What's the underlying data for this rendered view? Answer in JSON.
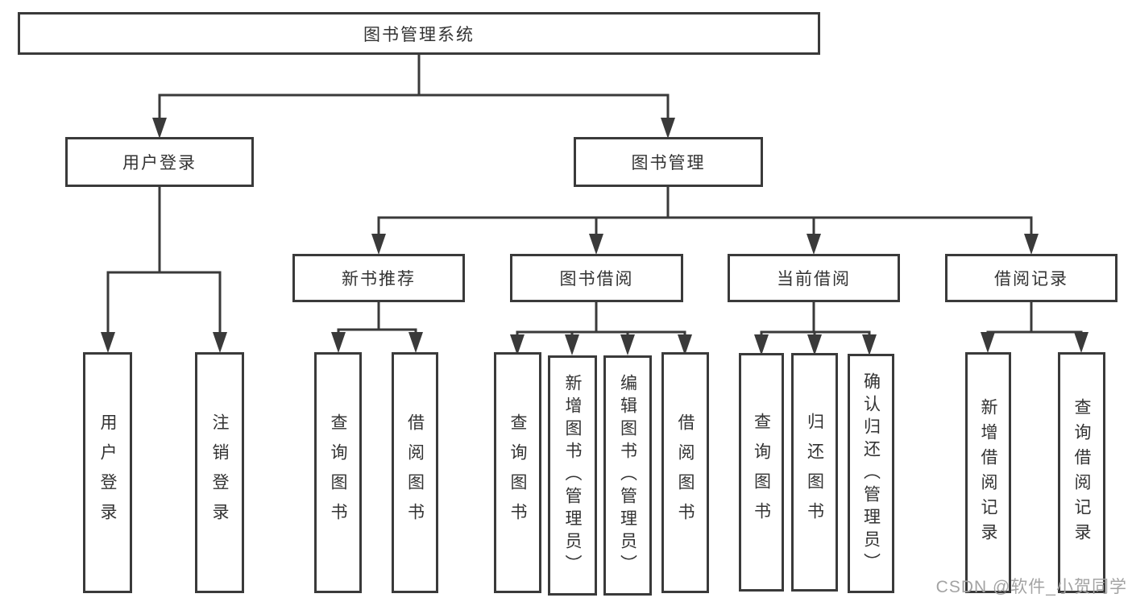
{
  "tree": {
    "label": "图书管理系统",
    "children": [
      {
        "label": "用户登录",
        "children": [
          {
            "label": "用户登录"
          },
          {
            "label": "注销登录"
          }
        ]
      },
      {
        "label": "图书管理",
        "children": [
          {
            "label": "新书推荐",
            "children": [
              {
                "label": "查询图书"
              },
              {
                "label": "借阅图书"
              }
            ]
          },
          {
            "label": "图书借阅",
            "children": [
              {
                "label": "查询图书"
              },
              {
                "label": "新增图书（管理员）"
              },
              {
                "label": "编辑图书（管理员）"
              },
              {
                "label": "借阅图书"
              }
            ]
          },
          {
            "label": "当前借阅",
            "children": [
              {
                "label": "查询图书"
              },
              {
                "label": "归还图书"
              },
              {
                "label": "确认归还（管理员）"
              }
            ]
          },
          {
            "label": "借阅记录",
            "children": [
              {
                "label": "新增借阅记录"
              },
              {
                "label": "查询借阅记录"
              }
            ]
          }
        ]
      }
    ]
  },
  "watermark": {
    "text": "CSDN @软件_小贺同学"
  },
  "colors": {
    "line": "#3a3a3a",
    "text": "#333333",
    "watermark": "#a3a3a3",
    "background": "#ffffff"
  }
}
